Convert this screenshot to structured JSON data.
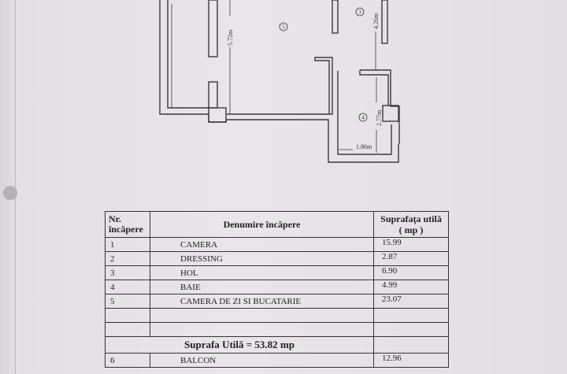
{
  "plan": {
    "room_labels": [
      "5",
      "3",
      "4"
    ],
    "dimensions": [
      "5.72m",
      "4.26m",
      "2.77m",
      "1.86m"
    ]
  },
  "table": {
    "headers": {
      "nr": [
        "Nr.",
        "încăpere"
      ],
      "name": "Denumire încăpere",
      "area": [
        "Suprafaţa utilă",
        "( mp )"
      ]
    },
    "rows": [
      {
        "nr": "1",
        "name": "CAMERA",
        "area": "15.99"
      },
      {
        "nr": "2",
        "name": "DRESSING",
        "area": "2.87"
      },
      {
        "nr": "3",
        "name": "HOL",
        "area": "6.90"
      },
      {
        "nr": "4",
        "name": "BAIE",
        "area": "4.99"
      },
      {
        "nr": "5",
        "name": "CAMERA DE ZI SI BUCATARIE",
        "area": "23.07"
      }
    ],
    "total": "Suprafa Utilă = 53.82 mp",
    "extra_rows": [
      {
        "nr": "6",
        "name": "BALCON",
        "area": "12.96"
      }
    ]
  }
}
